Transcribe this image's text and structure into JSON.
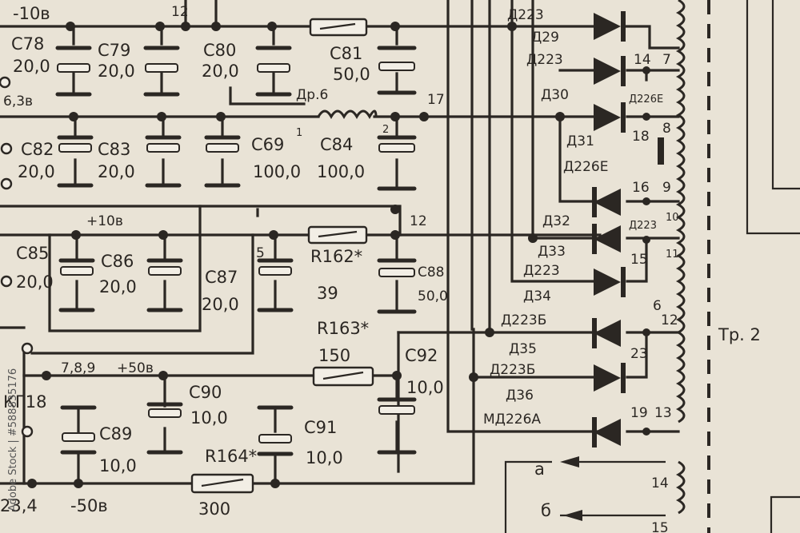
{
  "caps": [
    {
      "id": "c78",
      "name": "C78",
      "value": "20,0"
    },
    {
      "id": "c79",
      "name": "C79",
      "value": "20,0"
    },
    {
      "id": "c80",
      "name": "C80",
      "value": "20,0"
    },
    {
      "id": "c81",
      "name": "C81",
      "value": "50,0"
    },
    {
      "id": "c82",
      "name": "C82",
      "value": "20,0"
    },
    {
      "id": "c83",
      "name": "C83",
      "value": "20,0"
    },
    {
      "id": "c69",
      "name": "C69",
      "value": "100,0"
    },
    {
      "id": "c84",
      "name": "C84",
      "value": "100,0"
    },
    {
      "id": "c85",
      "name": "C85",
      "value": "20,0"
    },
    {
      "id": "c86",
      "name": "C86",
      "value": "20,0"
    },
    {
      "id": "c87",
      "name": "C87",
      "value": "20,0"
    },
    {
      "id": "c88",
      "name": "C88",
      "value": "50,0"
    },
    {
      "id": "c92",
      "name": "C92",
      "value": "10,0"
    },
    {
      "id": "c89",
      "name": "C89",
      "value": "10,0"
    },
    {
      "id": "c90",
      "name": "C90",
      "value": "10,0"
    },
    {
      "id": "c91",
      "name": "C91",
      "value": "10,0"
    }
  ],
  "resistors": [
    {
      "id": "r162",
      "name": "R162*",
      "value": "39"
    },
    {
      "id": "r163",
      "name": "R163*",
      "value": "150"
    },
    {
      "id": "r164",
      "name": "R164*",
      "value": "300"
    }
  ],
  "diodes": [
    {
      "id": "d-top",
      "name": "Д223"
    },
    {
      "id": "d29",
      "name": "Д29",
      "type": "Д223"
    },
    {
      "id": "d30",
      "name": "Д30",
      "type": "Д226Е"
    },
    {
      "id": "d31",
      "name": "Д31",
      "type": "Д226Е"
    },
    {
      "id": "d32",
      "name": "Д32",
      "type": "Д223"
    },
    {
      "id": "d33",
      "name": "Д33",
      "type": "Д223"
    },
    {
      "id": "d34",
      "name": "Д34",
      "type": "Д223Б"
    },
    {
      "id": "d35",
      "name": "Д35",
      "type": "Д223Б"
    },
    {
      "id": "d36",
      "name": "Д36",
      "type": "МД226А"
    }
  ],
  "voltages": {
    "neg10": "-10в",
    "v636": "6,3в",
    "pos10": "+10в",
    "pos50": "+50в",
    "neg50": "-50в"
  },
  "choke": "Др.6",
  "transformer": "Тр. 2",
  "pins": {
    "p7": "7",
    "p8": "8",
    "p9": "9",
    "p10": "10",
    "p11": "11",
    "p6": "6",
    "p12t": "12",
    "p13": "13",
    "p14t": "14",
    "p14b": "14",
    "p15": "15",
    "p15b": "15",
    "p16": "16",
    "p17": "17",
    "p18": "18",
    "p19": "19",
    "p23": "23",
    "top12": "12",
    "mid12": "12",
    "n1": "1",
    "n2": "2",
    "n5": "5"
  },
  "connector": {
    "pins": "7,8,9",
    "name": "КГ18",
    "bottom": "23,4"
  },
  "terminals": {
    "a": "а",
    "b": "б"
  },
  "watermark": "Adobe Stock | #588835176"
}
